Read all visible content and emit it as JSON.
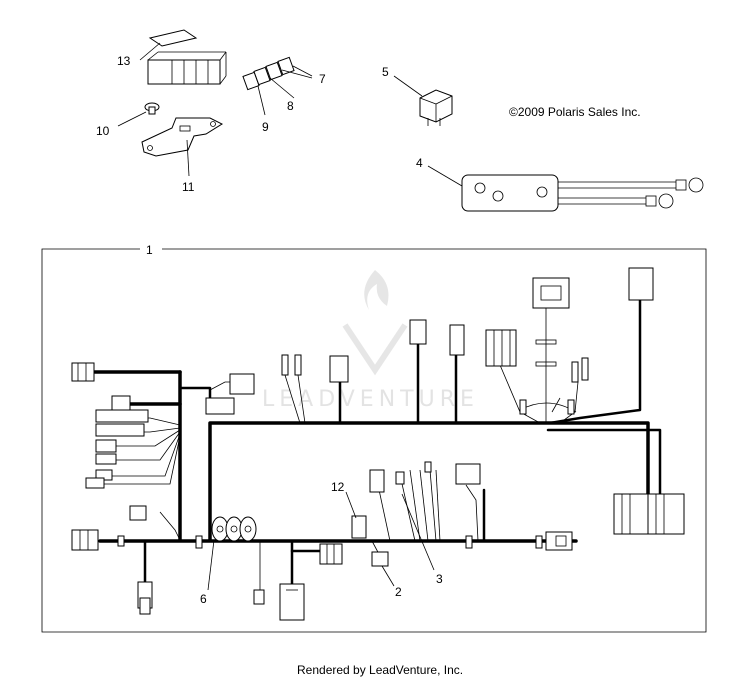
{
  "copyright": "©2009 Polaris Sales Inc.",
  "footer": "Rendered by LeadVenture, Inc.",
  "watermark": "LEADVENTURE",
  "callouts": {
    "c1": "1",
    "c2": "2",
    "c3": "3",
    "c4": "4",
    "c5": "5",
    "c6": "6",
    "c7": "7",
    "c8": "8",
    "c9": "9",
    "c10": "10",
    "c11": "11",
    "c12": "12",
    "c13": "13"
  }
}
